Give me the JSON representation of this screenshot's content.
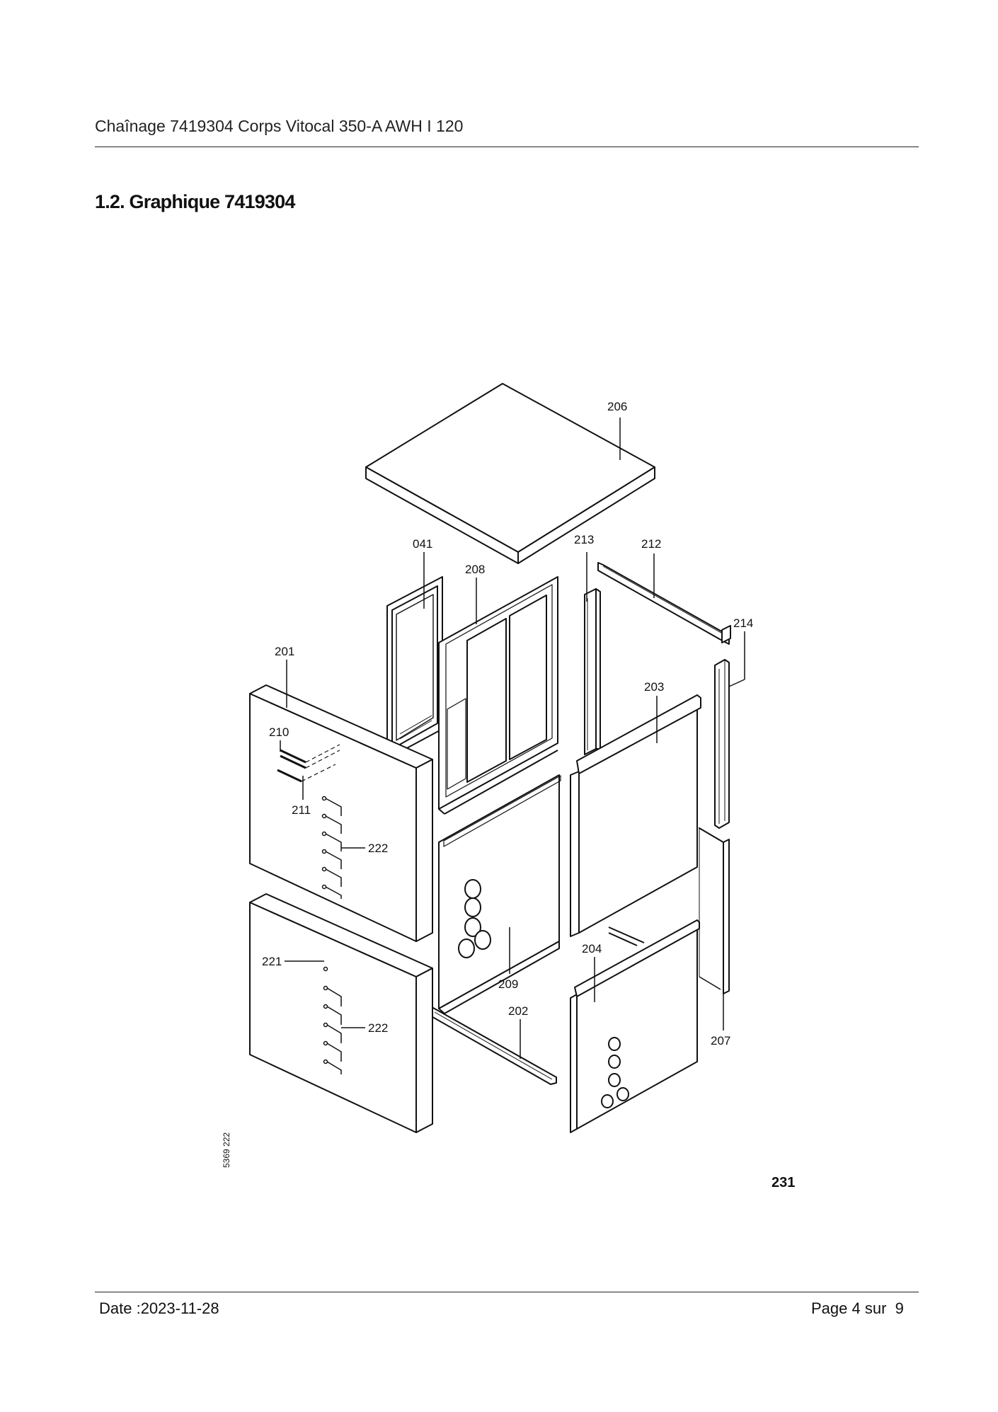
{
  "header": {
    "title": "Chaînage 7419304 Corps Vitocal 350-A AWH I 120"
  },
  "section": {
    "heading": "1.2. Graphique 7419304"
  },
  "diagram": {
    "labels": {
      "p206": "206",
      "p041": "041",
      "p208": "208",
      "p213": "213",
      "p212": "212",
      "p214": "214",
      "p201": "201",
      "p203": "203",
      "p210": "210",
      "p211": "211",
      "p222a": "222",
      "p222b": "222",
      "p221": "221",
      "p209": "209",
      "p204": "204",
      "p202": "202",
      "p207": "207"
    },
    "drawing_code": "5369 222",
    "figure_number": "231"
  },
  "footer": {
    "date": "Date :2023-11-28",
    "page_label": "Page 4 sur",
    "page_total": "9"
  }
}
